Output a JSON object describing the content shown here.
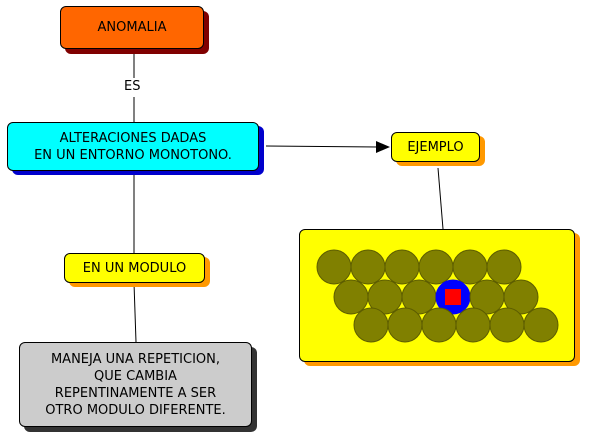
{
  "nodes": {
    "anomalia": "ANOMALIA",
    "alteraciones": "ALTERACIONES DADAS\nEN UN ENTORNO MONOTONO.",
    "ejemplo": "EJEMPLO",
    "modulo": "EN UN MODULO",
    "maneja": "MANEJA UNA REPETICION,\nQUE CAMBIA\nREPENTINAMENTE A SER\nOTRO MODULO DIFERENTE."
  },
  "links": {
    "es": "ES"
  },
  "example_image": {
    "rows": [
      6,
      6,
      6
    ],
    "anomaly_row": 1,
    "anomaly_col": 3,
    "colors": {
      "circle": "#808000",
      "circle_border": "#5c5c00",
      "anomaly_circle": "#0000ff",
      "anomaly_square": "#ff0000",
      "background": "#ffff00"
    }
  }
}
